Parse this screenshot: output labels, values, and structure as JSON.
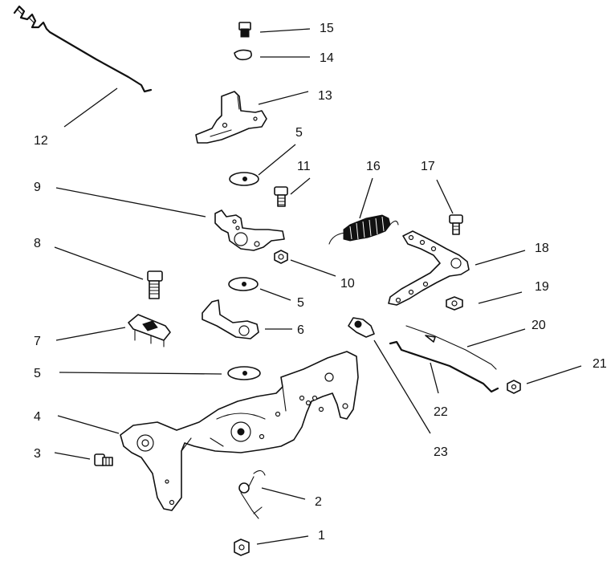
{
  "callouts": [
    {
      "id": "1",
      "label": "1"
    },
    {
      "id": "2",
      "label": "2"
    },
    {
      "id": "3",
      "label": "3"
    },
    {
      "id": "4",
      "label": "4"
    },
    {
      "id": "5a",
      "label": "5"
    },
    {
      "id": "5b",
      "label": "5"
    },
    {
      "id": "5c",
      "label": "5"
    },
    {
      "id": "6",
      "label": "6"
    },
    {
      "id": "7",
      "label": "7"
    },
    {
      "id": "8",
      "label": "8"
    },
    {
      "id": "9",
      "label": "9"
    },
    {
      "id": "10",
      "label": "10"
    },
    {
      "id": "11",
      "label": "11"
    },
    {
      "id": "12",
      "label": "12"
    },
    {
      "id": "13",
      "label": "13"
    },
    {
      "id": "14",
      "label": "14"
    },
    {
      "id": "15",
      "label": "15"
    },
    {
      "id": "16",
      "label": "16"
    },
    {
      "id": "17",
      "label": "17"
    },
    {
      "id": "18",
      "label": "18"
    },
    {
      "id": "19",
      "label": "19"
    },
    {
      "id": "20",
      "label": "20"
    },
    {
      "id": "21",
      "label": "21"
    },
    {
      "id": "22",
      "label": "22"
    },
    {
      "id": "23",
      "label": "23"
    }
  ],
  "colors": {
    "ink": "#111111",
    "paper": "#ffffff"
  }
}
